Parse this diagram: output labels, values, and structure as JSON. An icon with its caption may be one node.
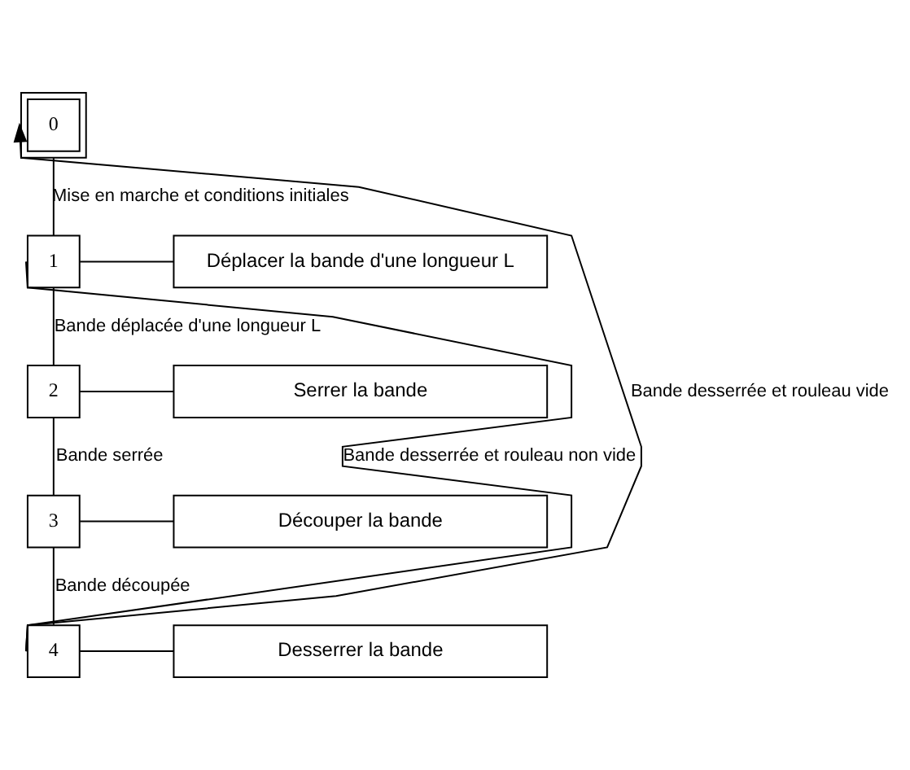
{
  "diagram": {
    "nodes": [
      {
        "text": [
          "0"
        ]
      },
      {
        "text": [
          "1"
        ]
      },
      {
        "text": [
          "Déplacer la bande d'une longueur L"
        ]
      },
      {
        "text": [
          "2"
        ]
      },
      {
        "text": [
          "Serrer la bande"
        ]
      },
      {
        "text": [
          "3"
        ]
      },
      {
        "text": [
          "Découper la bande"
        ]
      },
      {
        "text": [
          "4"
        ]
      },
      {
        "text": [
          "Desserrer la bande"
        ]
      }
    ],
    "edges": [
      {
        "from": 0,
        "to": 1,
        "arrow": "none",
        "label": "Mise en marche et conditions initiales"
      },
      {
        "from": 1,
        "to": 2,
        "arrow": "none"
      },
      {
        "from": 1,
        "to": 3,
        "arrow": "none",
        "label": "Bande déplacée d'une longueur L"
      },
      {
        "from": 3,
        "to": 4,
        "arrow": "none"
      },
      {
        "from": 3,
        "to": 5,
        "arrow": "none",
        "label": "Bande serrée"
      },
      {
        "from": 5,
        "to": 6,
        "arrow": "none"
      },
      {
        "from": 5,
        "to": 7,
        "arrow": "none",
        "label": "Bande découpée"
      },
      {
        "from": 7,
        "to": 8,
        "arrow": "none"
      },
      {
        "from": 7,
        "to": 0,
        "arrow": "to",
        "label": "Bande desserrée et rouleau vide"
      },
      {
        "from": 7,
        "to": 1,
        "arrow": "none",
        "label": "Bande desserrée et rouleau non vide"
      }
    ]
  }
}
